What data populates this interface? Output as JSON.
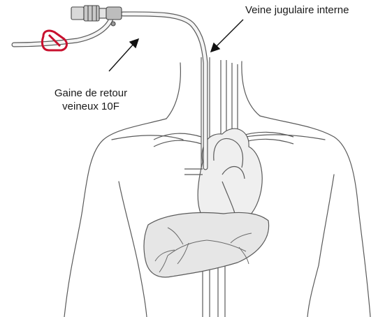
{
  "labels": {
    "internal_jugular_vein": "Veine jugulaire interne",
    "sheath_line_1": "Gaine de retour",
    "sheath_line_2": "veineux 10F"
  },
  "colors": {
    "outline": "#5a5a5a",
    "fill": "#e6e6e6",
    "accent_clamp": "#c8102e",
    "text": "#1a1a1a"
  },
  "icons": {
    "clamp": "red-tubing-clamp-icon",
    "connector": "luer-connector-icon"
  }
}
